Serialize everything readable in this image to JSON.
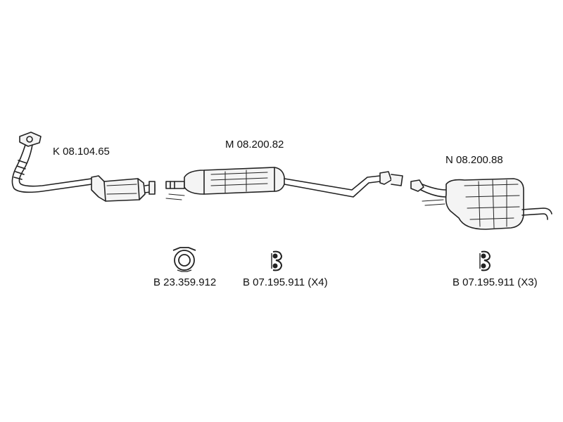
{
  "parts": {
    "front_pipe": {
      "code": "K 08.104.65"
    },
    "middle_silencer": {
      "code": "M 08.200.82"
    },
    "rear_silencer": {
      "code": "N 08.200.88"
    }
  },
  "accessories": {
    "clamp": {
      "code": "B 23.359.912"
    },
    "hanger_middle": {
      "code": "B 07.195.911 (X4)"
    },
    "hanger_rear": {
      "code": "B 07.195.911 (X3)"
    }
  },
  "colors": {
    "line": "#222222",
    "fill": "#f4f4f4",
    "background": "#ffffff"
  }
}
